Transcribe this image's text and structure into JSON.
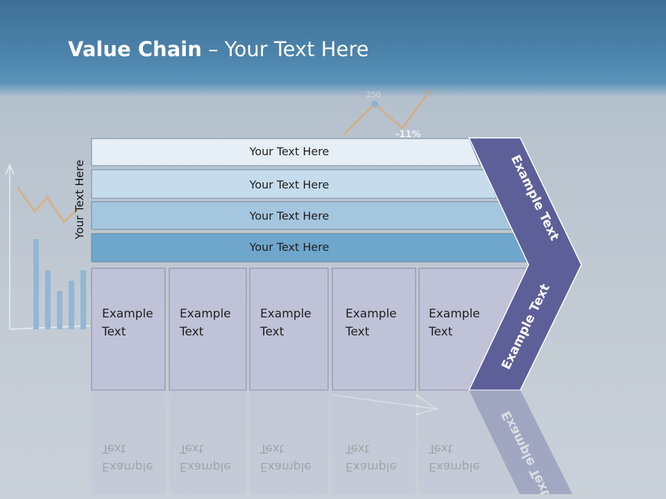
{
  "title": {
    "bold": "Value Chain",
    "rest": " – Your Text Here"
  },
  "side_label": "Your Text Here",
  "rows": [
    "Your Text Here",
    "Your Text Here",
    "Your Text Here",
    "Your Text Here"
  ],
  "boxes": [
    {
      "line1": "Example",
      "line2": "Text"
    },
    {
      "line1": "Example",
      "line2": "Text"
    },
    {
      "line1": "Example",
      "line2": "Text"
    },
    {
      "line1": "Example",
      "line2": "Text"
    },
    {
      "line1": "Example",
      "line2": "Text"
    }
  ],
  "chevron": {
    "top_label": "Example Text",
    "bottom_label": "Example Text"
  },
  "background_labels": {
    "percent": "-11%",
    "value": "250"
  },
  "colors": {
    "row1": "#e6eff6",
    "row2": "#c6dcec",
    "row3": "#a4c6de",
    "row4": "#6ea6cc",
    "box": "#c0c2d8",
    "chevron": "#5d5f99",
    "title": "#ffffff"
  }
}
